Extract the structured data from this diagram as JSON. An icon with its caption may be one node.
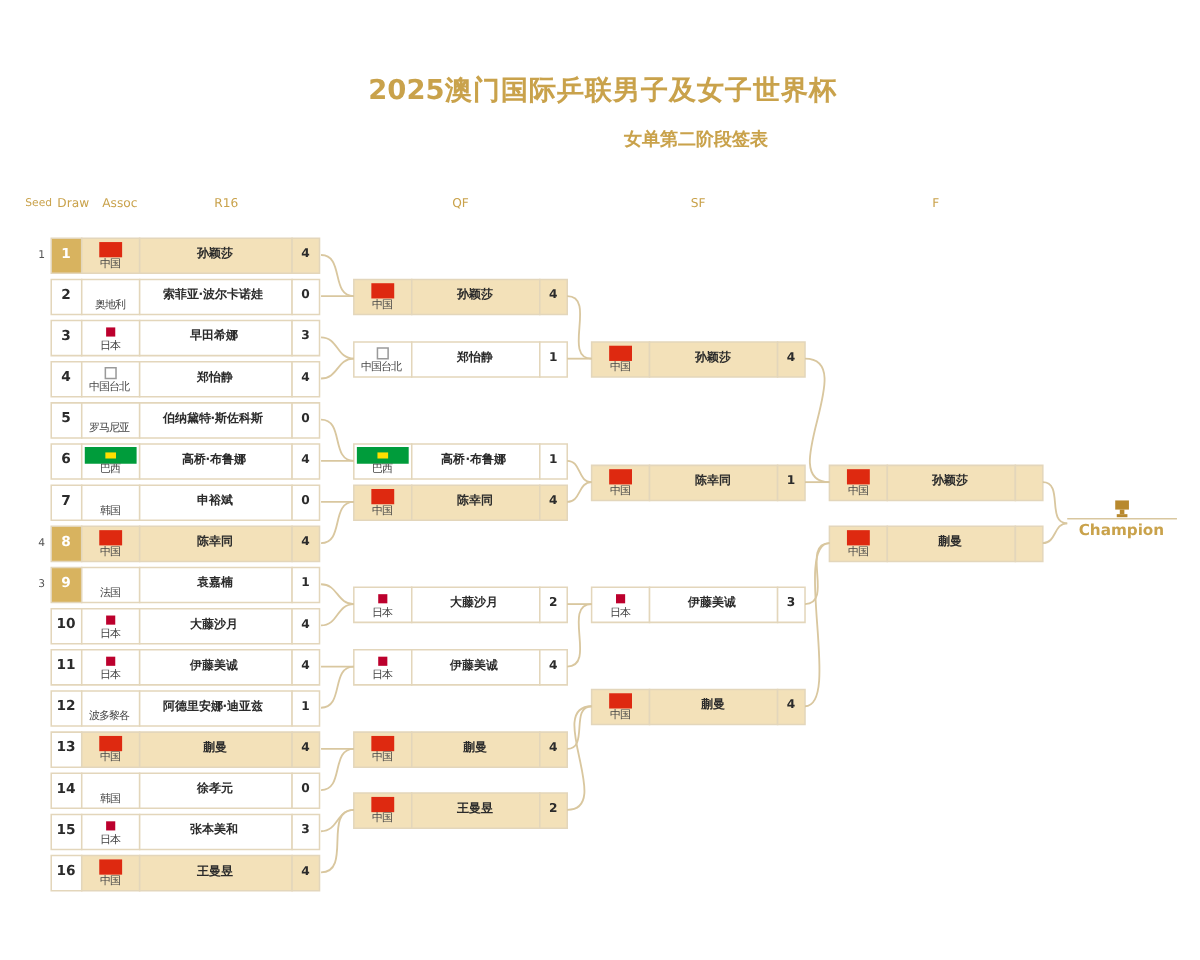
{
  "diagram": {
    "title": "2025澳门国际乒联男子及女子世界杯",
    "nodes": [
      {
        "text": [
          "1",
          "中国",
          "孙颖莎",
          "4"
        ],
        "beside": [
          "1"
        ]
      },
      {
        "text": [
          "2",
          "奥地利",
          "索菲亚·波尔卡诺娃",
          "0"
        ]
      },
      {
        "text": [
          "3",
          "日本",
          "早田希娜",
          "3"
        ]
      },
      {
        "text": [
          "4",
          "中国台北",
          "郑怡静",
          "4"
        ]
      },
      {
        "text": [
          "5",
          "罗马尼亚",
          "伯纳黛特·斯佐科斯",
          "0"
        ]
      },
      {
        "text": [
          "6",
          "巴西",
          "高桥·布鲁娜",
          "4"
        ]
      },
      {
        "text": [
          "7",
          "韩国",
          "申裕斌",
          "0"
        ]
      },
      {
        "text": [
          "8",
          "中国",
          "陈幸同",
          "4"
        ],
        "beside": [
          "4"
        ]
      },
      {
        "text": [
          "9",
          "法国",
          "袁嘉楠",
          "1"
        ],
        "beside": [
          "3"
        ]
      },
      {
        "text": [
          "10",
          "日本",
          "大藤沙月",
          "4"
        ]
      },
      {
        "text": [
          "11",
          "日本",
          "伊藤美诚",
          "4"
        ]
      },
      {
        "text": [
          "12",
          "波多黎各",
          "阿德里安娜·迪亚兹",
          "1"
        ]
      },
      {
        "text": [
          "13",
          "中国",
          "蒯曼",
          "4"
        ]
      },
      {
        "text": [
          "14",
          "韩国",
          "徐孝元",
          "0"
        ]
      },
      {
        "text": [
          "15",
          "日本",
          "张本美和",
          "3"
        ]
      },
      {
        "text": [
          "16",
          "中国",
          "王曼昱",
          "4"
        ]
      },
      {
        "text": [
          "中国",
          "孙颖莎",
          "4"
        ]
      },
      {
        "text": [
          "中国台北",
          "郑怡静",
          "1"
        ]
      },
      {
        "text": [
          "巴西",
          "高桥·布鲁娜",
          "1"
        ]
      },
      {
        "text": [
          "中国",
          "陈幸同",
          "4"
        ]
      },
      {
        "text": [
          "日本",
          "大藤沙月",
          "2"
        ]
      },
      {
        "text": [
          "日本",
          "伊藤美诚",
          "4"
        ]
      },
      {
        "text": [
          "中国",
          "蒯曼",
          "4"
        ]
      },
      {
        "text": [
          "中国",
          "王曼昱",
          "2"
        ]
      },
      {
        "text": [
          "中国",
          "孙颖莎",
          "4"
        ]
      },
      {
        "text": [
          "中国",
          "陈幸同",
          "1"
        ]
      },
      {
        "text": [
          "日本",
          "伊藤美诚",
          "3"
        ]
      },
      {
        "text": [
          "中国",
          "蒯曼",
          "4"
        ]
      },
      {
        "text": [
          "中国",
          "孙颖莎"
        ]
      },
      {
        "text": [
          "中国",
          "蒯曼"
        ]
      },
      {
        "text": [
          "Champion"
        ]
      }
    ],
    "edges": [
      {
        "from": 0,
        "to": 16,
        "arrow": "none"
      },
      {
        "from": 1,
        "to": 16,
        "arrow": "none"
      },
      {
        "from": 2,
        "to": 17,
        "arrow": "none"
      },
      {
        "from": 3,
        "to": 17,
        "arrow": "none"
      },
      {
        "from": 4,
        "to": 18,
        "arrow": "none"
      },
      {
        "from": 5,
        "to": 18,
        "arrow": "none"
      },
      {
        "from": 6,
        "to": 19,
        "arrow": "none"
      },
      {
        "from": 7,
        "to": 19,
        "arrow": "none"
      },
      {
        "from": 8,
        "to": 20,
        "arrow": "none"
      },
      {
        "from": 9,
        "to": 20,
        "arrow": "none"
      },
      {
        "from": 10,
        "to": 21,
        "arrow": "none"
      },
      {
        "from": 11,
        "to": 21,
        "arrow": "none"
      },
      {
        "from": 12,
        "to": 22,
        "arrow": "none"
      },
      {
        "from": 13,
        "to": 22,
        "arrow": "none"
      },
      {
        "from": 14,
        "to": 23,
        "arrow": "none"
      },
      {
        "from": 15,
        "to": 23,
        "arrow": "none"
      },
      {
        "from": 16,
        "to": 24,
        "arrow": "none"
      },
      {
        "from": 17,
        "to": 24,
        "arrow": "none"
      },
      {
        "from": 18,
        "to": 25,
        "arrow": "none"
      },
      {
        "from": 19,
        "to": 25,
        "arrow": "none"
      },
      {
        "from": 20,
        "to": 26,
        "arrow": "none"
      },
      {
        "from": 21,
        "to": 26,
        "arrow": "none"
      },
      {
        "from": 22,
        "to": 27,
        "arrow": "none"
      },
      {
        "from": 23,
        "to": 27,
        "arrow": "none"
      },
      {
        "from": 24,
        "to": 28,
        "arrow": "none"
      },
      {
        "from": 25,
        "to": 28,
        "arrow": "none"
      },
      {
        "from": 26,
        "to": 29,
        "arrow": "none"
      },
      {
        "from": 27,
        "to": 29,
        "arrow": "none"
      },
      {
        "from": 28,
        "to": 30,
        "arrow": "none"
      },
      {
        "from": 29,
        "to": 30,
        "arrow": "none"
      }
    ],
    "labels": [
      "女单第二阶段签表",
      "Seed",
      "Draw",
      "Assoc",
      "R16",
      "QF",
      "SF",
      "F"
    ]
  }
}
